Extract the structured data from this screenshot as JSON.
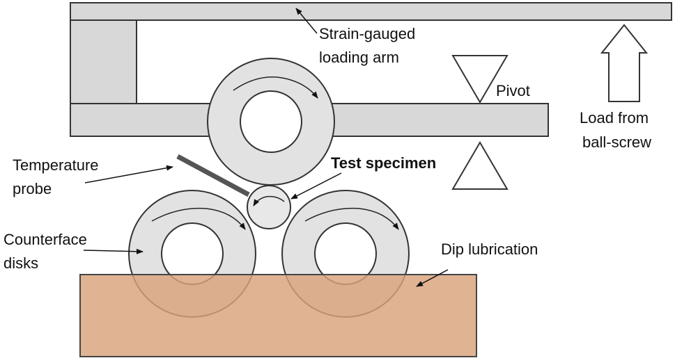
{
  "labels": {
    "loading_arm_line1": "Strain-gauged",
    "loading_arm_line2": "loading arm",
    "pivot": "Pivot",
    "load_line1": "Load from",
    "load_line2": "ball-screw",
    "temperature_line1": "Temperature",
    "temperature_line2": "probe",
    "test_specimen": "Test specimen",
    "counterface_line1": "Counterface",
    "counterface_line2": "disks",
    "dip_lubrication": "Dip lubrication"
  },
  "colors": {
    "metal_fill": "#d8d8d8",
    "disk_fill": "#e2e2e2",
    "lubricant_fill": "#d9a27b",
    "stroke": "#333333",
    "probe": "#555555"
  }
}
